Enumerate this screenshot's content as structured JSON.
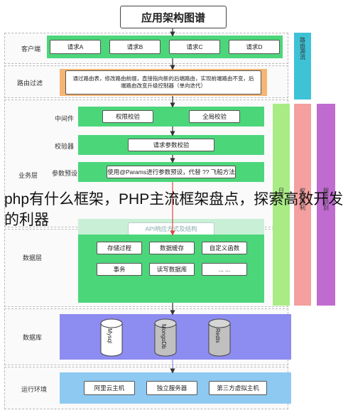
{
  "title": "应用架构图谱",
  "rows": {
    "client": "客户端",
    "routing": "路由过滤",
    "middleware": "中间件",
    "validator": "校验器",
    "param_preset": "参数预设",
    "business": "业务层",
    "data_layer": "数据层",
    "database": "数据库",
    "runtime": "运行环境"
  },
  "client_requests": [
    "请求A",
    "请求B",
    "请求C",
    "请求D"
  ],
  "routing_text": "通过路由表，修改路由前缀，直接指向新的后端路由，实现前端路由不变，后端路由改变升级控制器（单向迭代）",
  "middleware_items": [
    "权限校验",
    "全局校验"
  ],
  "validator_item": "请求参数校验",
  "param_item": "使用@Params进行参数预设，代替 ?? 飞船方法",
  "hidden_item": "API响应方式及结构",
  "data_layer_items": [
    "存储过程",
    "数据缓存",
    "自定义函数",
    "事务",
    "读写数据库",
    "... ..."
  ],
  "databases": [
    "Mysql",
    "MongoDb",
    "Redis"
  ],
  "runtime_items": [
    "阿里云主机",
    "独立服务器",
    "第三方虚拟主机"
  ],
  "side_columns": {
    "routing_flow": "路由溯流",
    "log": "日志",
    "control": "权限控制",
    "service": "服务识别"
  },
  "overlay_caption": "php有什么框架，PHP主流框架盘点，探索高效开发的利器",
  "colors": {
    "client_band": "#4cd67a",
    "routing_band": "#f5b574",
    "business_band": "#4cd67a",
    "database_band": "#8d8cf0",
    "runtime_band": "#8ec9f2",
    "col_teal": "#3ec3d6",
    "col_lightgreen": "#a9ec86",
    "col_pink": "#f4a0a0",
    "col_purple": "#c06bd0",
    "arrow_red": "#e0473c"
  }
}
